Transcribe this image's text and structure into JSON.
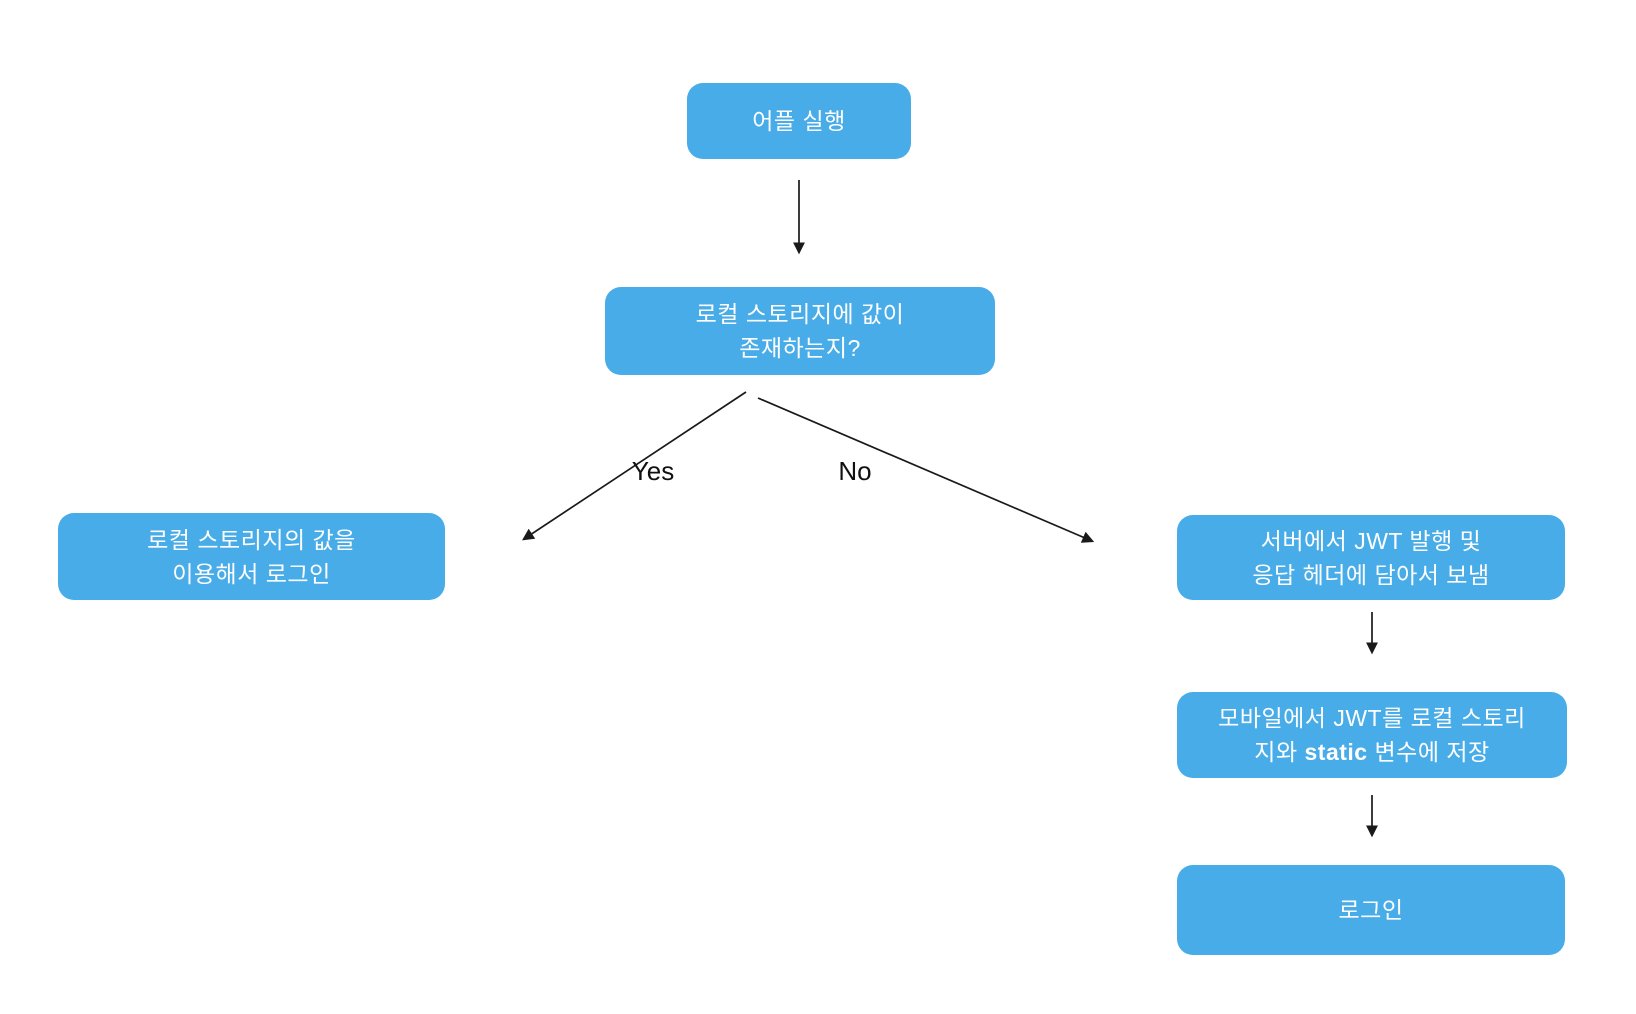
{
  "diagram_type": "flowchart",
  "nodes": {
    "start": {
      "line1": "어플 실행"
    },
    "decision": {
      "line1": "로컬 스토리지에 값이",
      "line2": "존재하는지?"
    },
    "login_with_local": {
      "line1": "로컬 스토리지의 값을",
      "line2": "이용해서 로그인"
    },
    "server_issue_jwt": {
      "line1": "서버에서 JWT 발행 및",
      "line2": "응답 헤더에 담아서 보냄"
    },
    "store_jwt": {
      "line1": "모바일에서 JWT를 로컬 스토리",
      "line2_pre": "지와 ",
      "line2_bold": "static",
      "line2_post": " 변수에 저장"
    },
    "login": {
      "line1": "로그인"
    }
  },
  "edge_labels": {
    "yes": "Yes",
    "no": "No"
  },
  "colors": {
    "node_fill": "#48ACE9",
    "node_text": "#FFFFFF",
    "arrow": "#1A1A1A",
    "edge_label_text": "#111111",
    "background": "#FFFFFF"
  }
}
